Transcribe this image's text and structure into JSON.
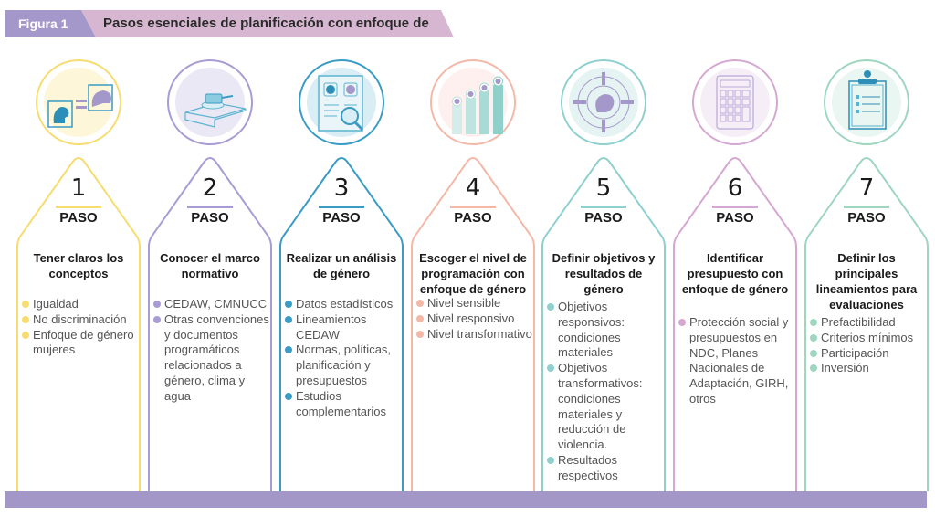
{
  "header": {
    "figure_label": "Figura 1",
    "title": "Pasos esenciales de planificación con enfoque de género"
  },
  "colors": {
    "figure_tag": "#a497c9",
    "title_tag": "#d6b6d0",
    "bottom_bar": "#a397c8"
  },
  "steps": [
    {
      "number": "1",
      "label": "PASO",
      "color": "#f7dc6f",
      "fill": "#fdf6d8",
      "icon": "equality-faces-icon",
      "title": "Tener claros los conceptos",
      "items": [
        "Igualdad",
        "No discriminación",
        "Enfoque de género mujeres"
      ]
    },
    {
      "number": "2",
      "label": "PASO",
      "color": "#a99bd4",
      "fill": "#ebe8f5",
      "icon": "gavel-icon",
      "title": "Conocer el marco normativo",
      "items": [
        "CEDAW, CMNUCC",
        "Otras convenciones y documentos programáticos relacionados a género, clima y agua"
      ]
    },
    {
      "number": "3",
      "label": "PASO",
      "color": "#3a9cc4",
      "fill": "#d9edf5",
      "icon": "document-analysis-icon",
      "title": "Realizar un análisis de género",
      "items": [
        "Datos estadísticos",
        "Lineamientos CEDAW",
        "Normas, políticas, planificación y presupuestos",
        "Estudios complementarios"
      ]
    },
    {
      "number": "4",
      "label": "PASO",
      "color": "#f4b8a8",
      "fill": "#fdf0ee",
      "icon": "level-bars-icon",
      "title": "Escoger el nivel de programación con enfoque de género",
      "items": [
        "Nivel sensible",
        "Nivel responsivo",
        "Nivel transformativo"
      ]
    },
    {
      "number": "5",
      "label": "PASO",
      "color": "#8fd0cf",
      "fill": "#e5f3f3",
      "icon": "target-icon",
      "title": "Definir objetivos y resultados de género",
      "items": [
        "Objetivos responsivos: condiciones materiales",
        "Objetivos transformativos: condiciones materiales y reducción de violencia.",
        "Resultados respectivos"
      ]
    },
    {
      "number": "6",
      "label": "PASO",
      "color": "#d5a8d2",
      "fill": "#f6eef6",
      "icon": "calculator-icon",
      "title": "Identificar presupuesto con enfoque de género",
      "items": [
        "Protección social y presupuestos en NDC, Planes Nacionales de Adaptación, GIRH, otros"
      ]
    },
    {
      "number": "7",
      "label": "PASO",
      "color": "#9ed6c0",
      "fill": "#eaf6f1",
      "icon": "clipboard-checklist-icon",
      "title": "Definir los principales lineamientos para evaluaciones",
      "items": [
        "Prefactibilidad",
        "Criterios mínimos",
        "Participación",
        "Inversión"
      ]
    }
  ]
}
